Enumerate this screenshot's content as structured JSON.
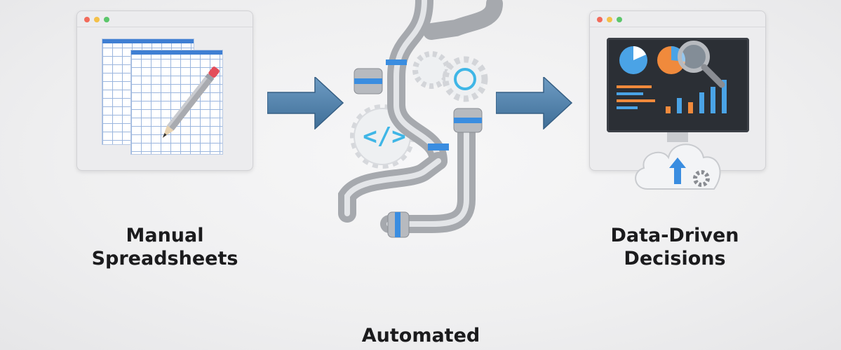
{
  "stages": [
    {
      "label_line1": "Manual",
      "label_line2": "Spreadsheets",
      "icon": "spreadsheet-window-icon"
    },
    {
      "label_line1": "Automated",
      "label_line2": "",
      "icon": "pipeline-icon"
    },
    {
      "label_line1": "Data-Driven",
      "label_line2": "Decisions",
      "icon": "dashboard-monitor-icon"
    }
  ],
  "code_symbol": "</>",
  "colors": {
    "accent_blue": "#3a8de0",
    "arrow_blue": "#4f7fa8",
    "pipe_silver": "#b9bcc1",
    "dot_red": "#f26b5b",
    "dot_yellow": "#f4c049",
    "dot_green": "#5cc66b",
    "chart_orange": "#f08a3c"
  }
}
